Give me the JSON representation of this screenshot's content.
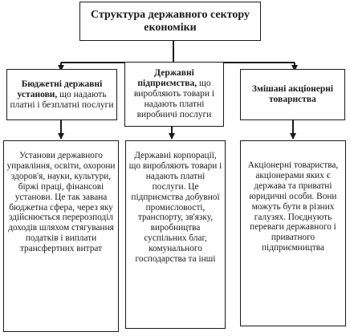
{
  "title": "Структура державного сектору економіки",
  "categories": [
    {
      "label_bold": "Бюджетні державні установи,",
      "label_rest": " що надають платні і безплатні послуги"
    },
    {
      "label_bold": "Державні підприємства,",
      "label_rest": " що виробляють товари і надають платні виробничі послуги"
    },
    {
      "label_bold": "Змішані акціонерні товариства",
      "label_rest": ""
    }
  ],
  "descriptions": [
    "Установи державного управління, освіти, охорони здоров'я, науки, культури, біржі праці, фінансові установи. Це так завана бюджетна сфера, через яку здійснюється перерозподіл доходів шляхом стягування податків і виплати трансфертних витрат",
    "Державні корпорації, що виробляють товари і надають платні послуги. Це підприємства добувної промисловості, транспорту, зв'язку, виробництва суспільних благ, комунального господарства та інші",
    "Акціонерні товариства, акціонерами яких є держава та приватні юридичні особи. Вони можуть бути в різних галузях. Поєднують переваги державного і приватного підприємництва"
  ]
}
